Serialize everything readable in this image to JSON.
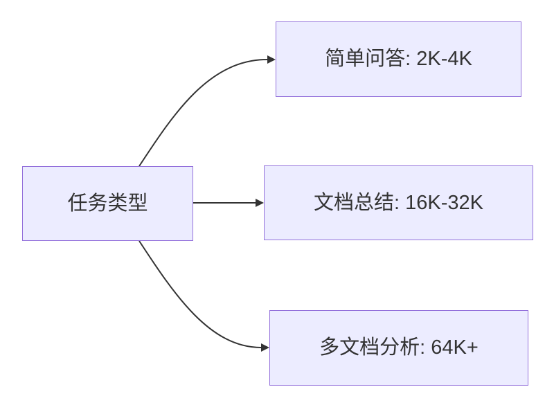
{
  "diagram": {
    "type": "flowchart-lr",
    "root": {
      "id": "task-type",
      "label": "任务类型"
    },
    "nodes": [
      {
        "id": "simple-qa",
        "label": "简单问答: 2K-4K"
      },
      {
        "id": "doc-summary",
        "label": "文档总结: 16K-32K"
      },
      {
        "id": "multi-doc",
        "label": "多文档分析: 64K+"
      }
    ],
    "edges": [
      {
        "from": "task-type",
        "to": "simple-qa"
      },
      {
        "from": "task-type",
        "to": "doc-summary"
      },
      {
        "from": "task-type",
        "to": "multi-doc"
      }
    ],
    "colors": {
      "node_fill": "#ECECFF",
      "node_border": "#9370DB",
      "edge_stroke": "#333333",
      "text": "#333333",
      "background": "#ffffff"
    }
  }
}
